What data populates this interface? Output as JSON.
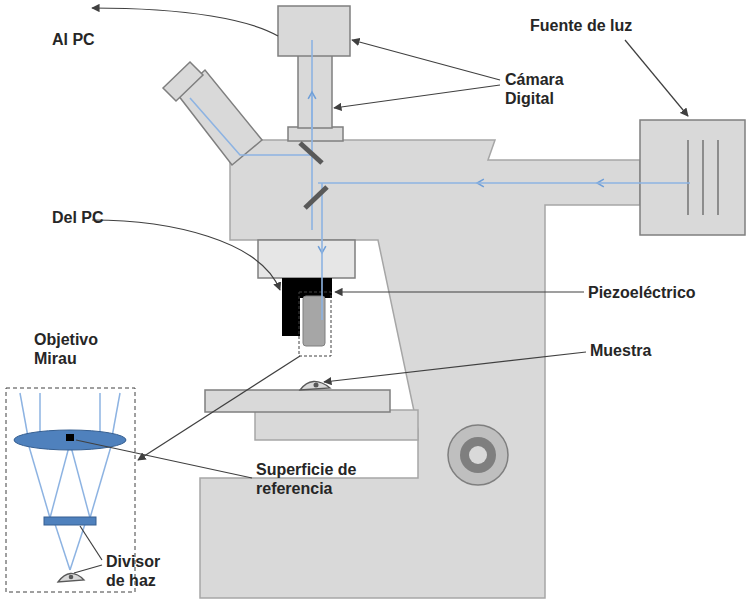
{
  "diagram": {
    "labels": [
      "Al PC",
      "Fuente de luz",
      "Cámara Digital",
      "Del PC",
      "Piezoeléctrico",
      "Objetivo Mirau",
      "Muestra",
      "Superficie de referencia",
      "Divisor de haz"
    ]
  }
}
